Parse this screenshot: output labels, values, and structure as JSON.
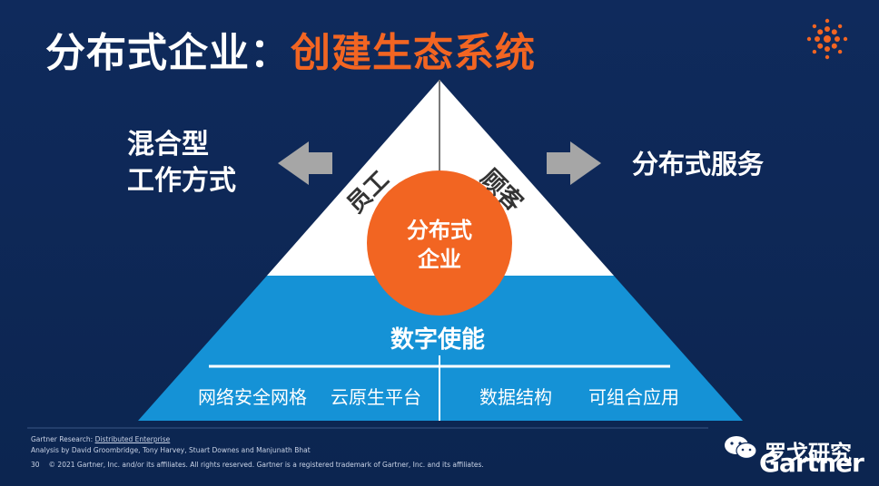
{
  "title": {
    "part1": "分布式企业：",
    "part2": "创建生态系统"
  },
  "left_label": {
    "line1": "混合型",
    "line2": "工作方式"
  },
  "right_label": "分布式服务",
  "pyramid": {
    "left_side": "员工",
    "right_side": "顾客",
    "center": {
      "line1": "分布式",
      "line2": "企业"
    },
    "band": "数字使能",
    "cells": [
      "网络安全网格",
      "云原生平台",
      "数据结构",
      "可组合应用"
    ]
  },
  "footer": {
    "line1_prefix": "Gartner Research: ",
    "line1_link": "Distributed Enterprise",
    "line2": "Analysis by David Groombridge, Tony Harvey, Stuart Downes and Manjunath Bhat",
    "page_number": "30",
    "copyright": "© 2021 Gartner, Inc. and/or its affiliates. All rights reserved. Gartner is a registered trademark of Gartner, Inc. and its affiliates."
  },
  "watermark": "罗戈研究",
  "brand": "Gartner",
  "colors": {
    "background": "#0f2a5a",
    "accent": "#f26522",
    "pyramid_blue": "#1592d6",
    "arrow_gray": "#a6a6a6"
  }
}
